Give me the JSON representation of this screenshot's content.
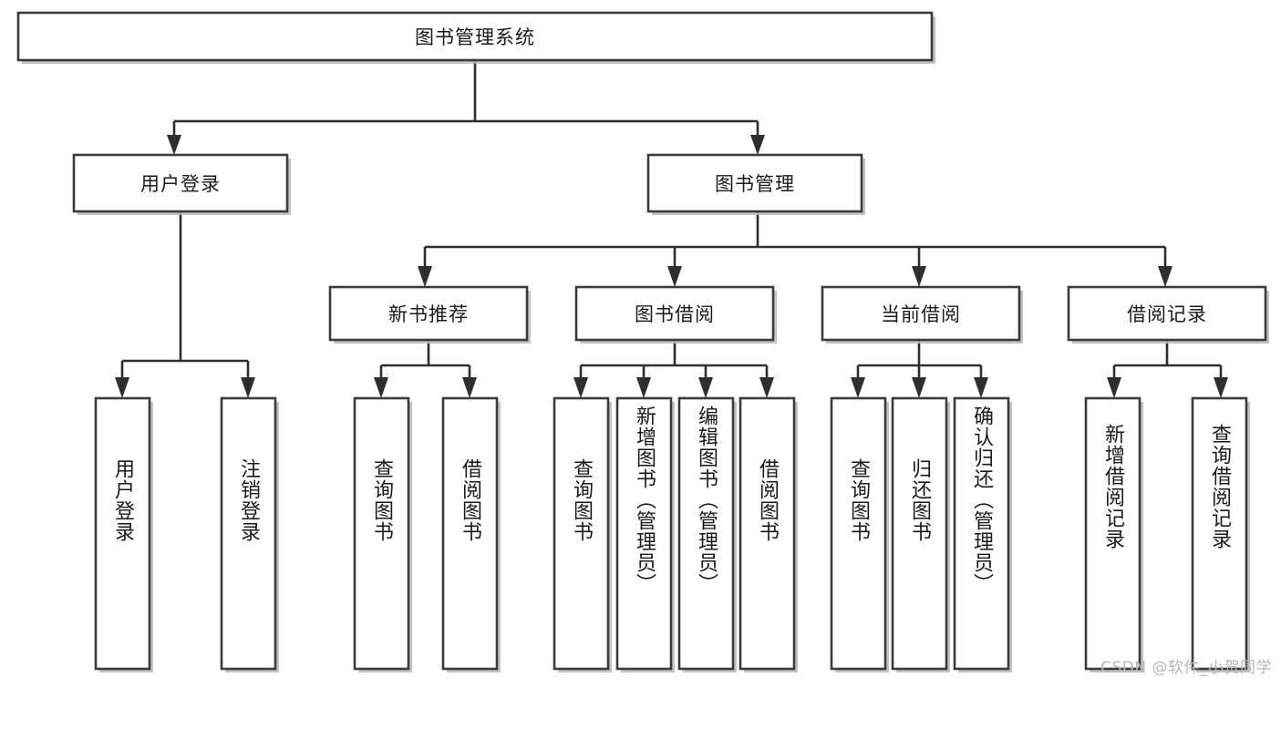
{
  "diagram": {
    "type": "tree",
    "title": "图书管理系统",
    "watermark": "CSDN @软件_小贺同学",
    "colors": {
      "box_stroke": "#3b3b3b",
      "box_fill": "#ffffff",
      "connector": "#2e2e2e",
      "shadow": "#b9b9b9",
      "text": "#1a1a1a",
      "watermark": "#b7b7b7"
    },
    "nodes": {
      "root": {
        "label": "图书管理系统",
        "orientation": "horizontal"
      },
      "level2": [
        {
          "id": "user-login",
          "label": "用户登录",
          "orientation": "horizontal"
        },
        {
          "id": "book-management",
          "label": "图书管理",
          "orientation": "horizontal"
        }
      ],
      "level3": [
        {
          "id": "new-book-recommend",
          "label": "新书推荐",
          "orientation": "horizontal"
        },
        {
          "id": "book-borrow",
          "label": "图书借阅",
          "orientation": "horizontal"
        },
        {
          "id": "current-borrow",
          "label": "当前借阅",
          "orientation": "horizontal"
        },
        {
          "id": "borrow-record",
          "label": "借阅记录",
          "orientation": "horizontal"
        }
      ],
      "leaves": [
        {
          "id": "leaf-user-login",
          "label": "用户登录",
          "parent": "user-login",
          "orientation": "vertical"
        },
        {
          "id": "leaf-logout-login",
          "label": "注销登录",
          "parent": "user-login",
          "orientation": "vertical"
        },
        {
          "id": "leaf-query-book-1",
          "label": "查询图书",
          "parent": "new-book-recommend",
          "orientation": "vertical"
        },
        {
          "id": "leaf-borrow-book-1",
          "label": "借阅图书",
          "parent": "new-book-recommend",
          "orientation": "vertical"
        },
        {
          "id": "leaf-query-book-2",
          "label": "查询图书",
          "parent": "book-borrow",
          "orientation": "vertical"
        },
        {
          "id": "leaf-add-book",
          "label": "新增图书（管理员）",
          "parent": "book-borrow",
          "orientation": "vertical"
        },
        {
          "id": "leaf-edit-book",
          "label": "编辑图书（管理员）",
          "parent": "book-borrow",
          "orientation": "vertical"
        },
        {
          "id": "leaf-borrow-book-2",
          "label": "借阅图书",
          "parent": "book-borrow",
          "orientation": "vertical"
        },
        {
          "id": "leaf-query-book-3",
          "label": "查询图书",
          "parent": "current-borrow",
          "orientation": "vertical"
        },
        {
          "id": "leaf-return-book",
          "label": "归还图书",
          "parent": "current-borrow",
          "orientation": "vertical"
        },
        {
          "id": "leaf-confirm-return",
          "label": "确认归还（管理员）",
          "parent": "current-borrow",
          "orientation": "vertical"
        },
        {
          "id": "leaf-add-record",
          "label": "新增借阅记录",
          "parent": "borrow-record",
          "orientation": "vertical"
        },
        {
          "id": "leaf-query-record",
          "label": "查询借阅记录",
          "parent": "borrow-record",
          "orientation": "vertical"
        }
      ]
    }
  }
}
